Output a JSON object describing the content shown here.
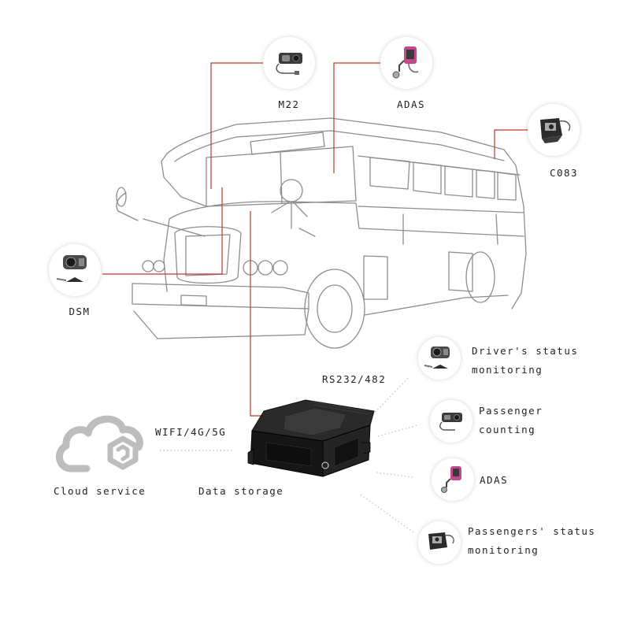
{
  "cameras": {
    "m22": "M22",
    "adas_top": "ADAS",
    "c083": "C083",
    "dsm": "DSM"
  },
  "interfaces": {
    "rs232": "RS232/482",
    "wireless": "WIFI/4G/5G"
  },
  "bottom": {
    "cloud": "Cloud service",
    "storage": "Data storage"
  },
  "peripherals": {
    "driver_line1": "Driver's status",
    "driver_line2": "monitoring",
    "passenger_count_line1": "Passenger",
    "passenger_count_line2": "counting",
    "adas": "ADAS",
    "passengers_status_line1": "Passengers' status",
    "passengers_status_line2": "monitoring"
  },
  "colors": {
    "connector_red": "#c0392b",
    "bus_outline": "#8a8a8a",
    "cloud_gray": "#bdbdbd",
    "device_dark": "#1c1c1c",
    "dotted_gray": "#c8c8c8"
  }
}
